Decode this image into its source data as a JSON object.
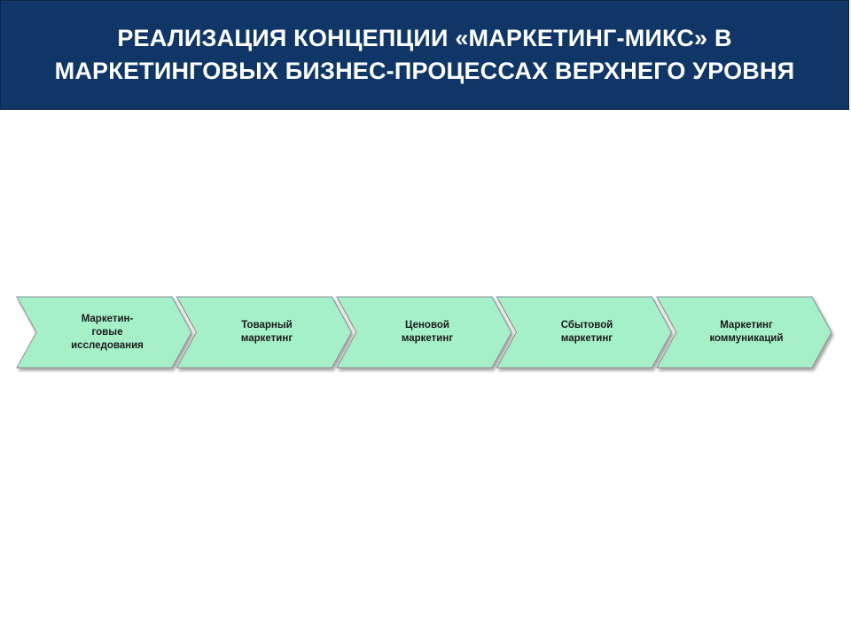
{
  "title": "РЕАЛИЗАЦИЯ КОНЦЕПЦИИ «МАРКЕТИНГ-МИКС» В МАРКЕТИНГОВЫХ БИЗНЕС-ПРОЦЕССАХ ВЕРХНЕГО УРОВНЯ",
  "colors": {
    "title_bg": "#0f3666",
    "chevron_fill": "#a6f0c8",
    "chevron_stroke": "#8c8c8c"
  },
  "process_steps": [
    {
      "label": "Маркетин-\nговые\nисследования"
    },
    {
      "label": "Товарный\nмаркетинг"
    },
    {
      "label": "Ценовой\nмаркетинг"
    },
    {
      "label": "Сбытовой\nмаркетинг"
    },
    {
      "label": "Маркетинг\nкоммуникаций"
    }
  ]
}
